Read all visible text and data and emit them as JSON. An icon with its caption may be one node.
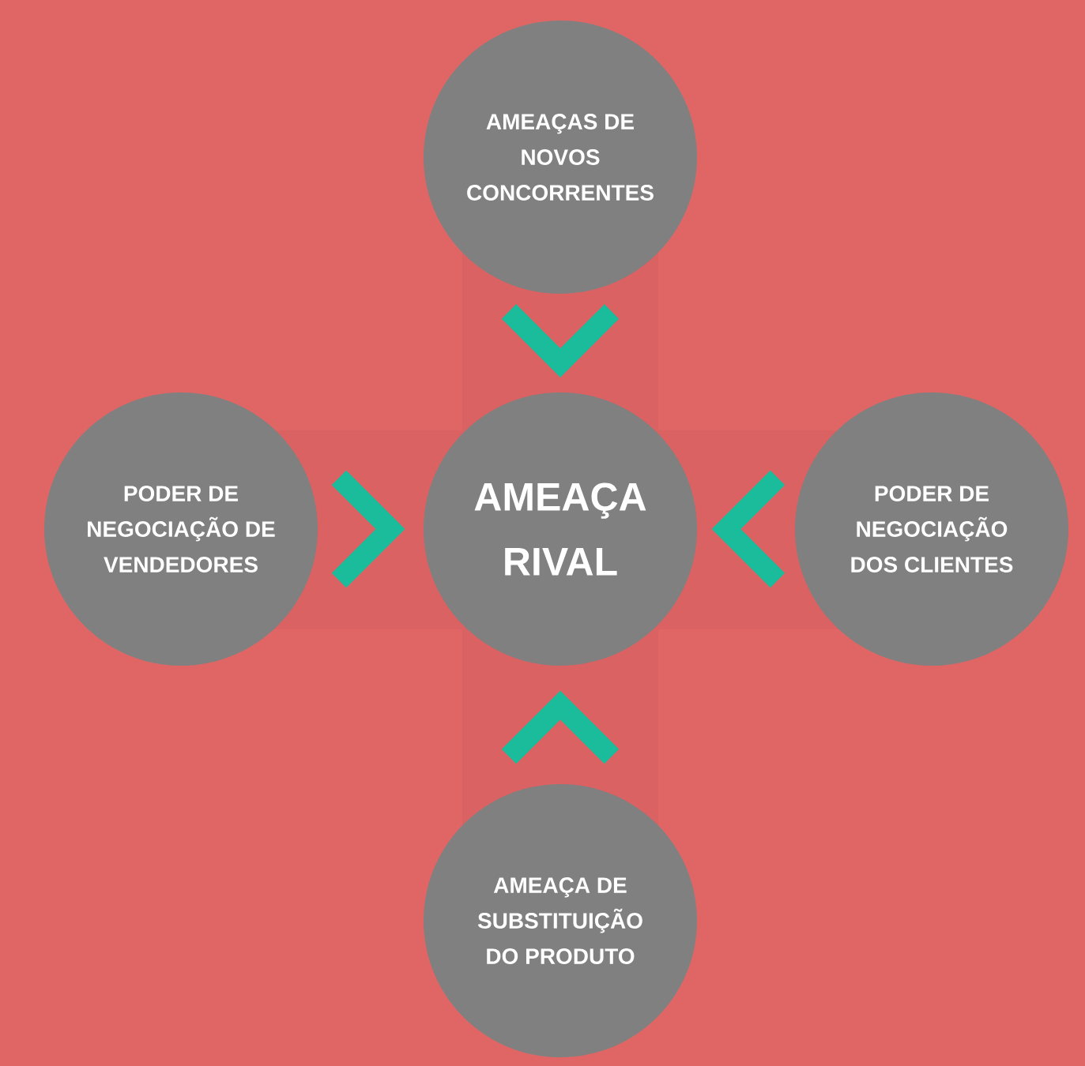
{
  "diagram": {
    "nodes": [
      {
        "text": [
          "AMEAÇAS DE NOVOS CONCORRENTES"
        ]
      },
      {
        "text": [
          "PODER DE NEGOCIAÇÃO DE VENDEDORES"
        ]
      },
      {
        "text": [
          "AMEAÇA RIVAL"
        ]
      },
      {
        "text": [
          "PODER DE NEGOCIAÇÃO DOS CLIENTES"
        ]
      },
      {
        "text": [
          "AMEAÇA DE SUBSTITUIÇÃO DO PRODUTO"
        ]
      }
    ],
    "edges": [
      {
        "from": 0,
        "to": 2,
        "arrow": "to"
      },
      {
        "from": 1,
        "to": 2,
        "arrow": "to"
      },
      {
        "from": 3,
        "to": 2,
        "arrow": "to"
      },
      {
        "from": 4,
        "to": 2,
        "arrow": "to"
      }
    ]
  }
}
